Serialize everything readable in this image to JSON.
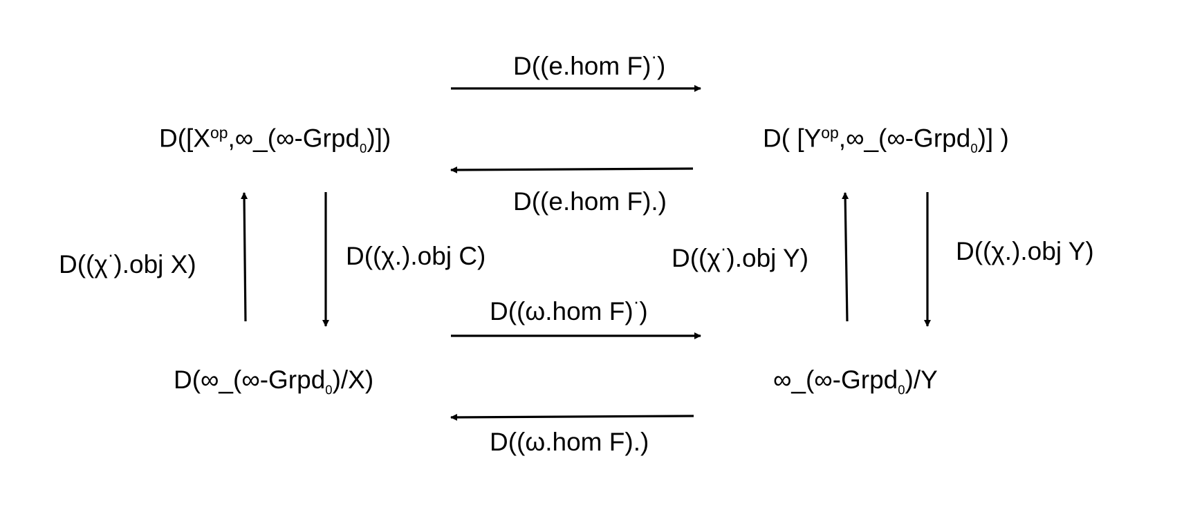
{
  "diagram": {
    "nodes": {
      "top_left": {
        "pre": "D([X",
        "sup": "op",
        "mid": ",∞_(∞-Grpd",
        "sub": "0",
        "post": ")])"
      },
      "top_right": {
        "pre": "D( [Y",
        "sup": "op",
        "mid": ",∞_(∞-Grpd",
        "sub": "0",
        "post": ")] )"
      },
      "bottom_left": {
        "pre": "D(∞_(∞-Grpd",
        "sub": "0",
        "post": ")/X)"
      },
      "bottom_right": {
        "pre": "∞_(∞-Grpd",
        "sub": "0",
        "post": ")/Y"
      }
    },
    "arrow_labels": {
      "top_forward": {
        "pre": "D((e.hom F)",
        "dot": "·",
        "post": ")"
      },
      "top_backward": {
        "text": "D((e.hom F).)"
      },
      "bottom_forward": {
        "pre": "D((ω.hom F)",
        "dot": "·",
        "post": ")"
      },
      "bottom_backward": {
        "text": "D((ω.hom F).)"
      },
      "left_up": {
        "pre": "D((χ",
        "dot": "·",
        "post": ").obj X)"
      },
      "left_down": {
        "text": "D((χ.).obj C)"
      },
      "right_up": {
        "pre": "D((χ",
        "dot": "·",
        "post": ").obj Y)"
      },
      "right_down": {
        "text": "D((χ.).obj Y)"
      }
    }
  }
}
